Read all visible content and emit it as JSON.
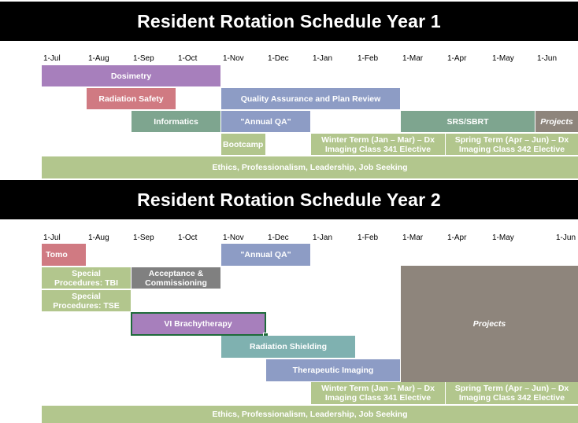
{
  "months": [
    "1-Jul",
    "1-Aug",
    "1-Sep",
    "1-Oct",
    "1-Nov",
    "1-Dec",
    "1-Jan",
    "1-Feb",
    "1-Mar",
    "1-Apr",
    "1-May",
    "1-Jun"
  ],
  "colors": {
    "purple": "#a77fbc",
    "pink": "#d07a82",
    "teal": "#7ea58f",
    "slate": "#8d9cc5",
    "green": "#b2c68d",
    "grey": "#808080",
    "brown": "#8e857c",
    "cyan": "#7fb1b0"
  },
  "year1": {
    "title": "Resident Rotation Schedule Year 1",
    "blocks": [
      {
        "id": "dosimetry",
        "label": "Dosimetry",
        "color": "purple"
      },
      {
        "id": "radiation-safety",
        "label": "Radiation Safety",
        "color": "pink"
      },
      {
        "id": "qa-plan-review",
        "label": "Quality Assurance and Plan Review",
        "color": "slate"
      },
      {
        "id": "informatics",
        "label": "Informatics",
        "color": "teal"
      },
      {
        "id": "annual-qa",
        "label": "\"Annual QA\"",
        "color": "slate"
      },
      {
        "id": "srs-sbrt",
        "label": "SRS/SBRT",
        "color": "teal"
      },
      {
        "id": "projects",
        "label": "Projects",
        "color": "brown"
      },
      {
        "id": "bootcamp",
        "label": "Bootcamp",
        "color": "green"
      },
      {
        "id": "winter-term",
        "label": "Winter Term (Jan – Mar) – Dx\nImaging Class 341 Elective",
        "color": "green"
      },
      {
        "id": "spring-term",
        "label": "Spring Term (Apr – Jun) – Dx\nImaging Class 342 Elective",
        "color": "green"
      },
      {
        "id": "ethics",
        "label": "Ethics, Professionalism, Leadership, Job Seeking",
        "color": "green"
      }
    ]
  },
  "year2": {
    "title": "Resident Rotation Schedule Year 2",
    "blocks": [
      {
        "id": "tomo",
        "label": "Tomo",
        "color": "pink"
      },
      {
        "id": "annual-qa",
        "label": "\"Annual QA\"",
        "color": "slate"
      },
      {
        "id": "special-tbi",
        "label": "Special\nProcedures: TBI",
        "color": "green"
      },
      {
        "id": "acceptance",
        "label": "Acceptance &\nCommissioning",
        "color": "grey"
      },
      {
        "id": "special-tse",
        "label": "Special\nProcedures: TSE",
        "color": "green"
      },
      {
        "id": "vi-brachy",
        "label": "VI Brachytherapy",
        "color": "purple"
      },
      {
        "id": "projects",
        "label": "Projects",
        "color": "brown"
      },
      {
        "id": "radiation-shielding",
        "label": "Radiation Shielding",
        "color": "cyan"
      },
      {
        "id": "therapeutic-imaging",
        "label": "Therapeutic Imaging",
        "color": "slate"
      },
      {
        "id": "winter-term",
        "label": "Winter Term (Jan – Mar) – Dx\nImaging Class 341 Elective",
        "color": "green"
      },
      {
        "id": "spring-term",
        "label": "Spring Term (Apr – Jun) – Dx\nImaging Class 342 Elective",
        "color": "green"
      },
      {
        "id": "ethics",
        "label": "Ethics, Professionalism, Leadership, Job Seeking",
        "color": "green"
      }
    ]
  }
}
